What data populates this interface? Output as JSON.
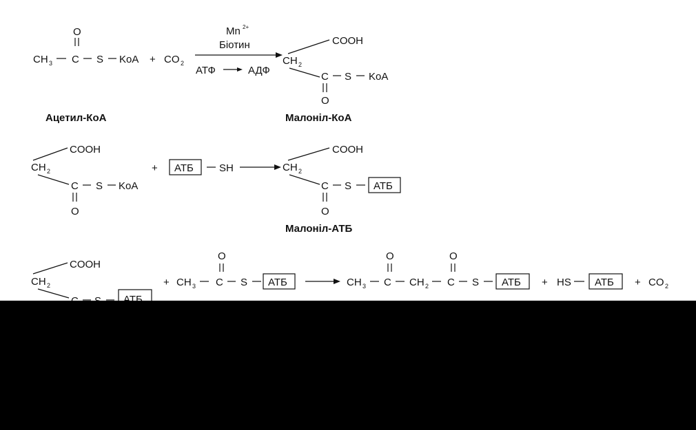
{
  "colors": {
    "paper": "#ffffff",
    "ink": "#111111",
    "mask": "#000000"
  },
  "reaction1": {
    "carbonyl_o": "O",
    "ch3": "CH",
    "ch3_sub": "3",
    "c": "C",
    "s": "S",
    "koa": "KoA",
    "plus": "+",
    "co2": "CO",
    "co2_sub": "2",
    "cofactor": "Mn",
    "cofactor_sup": "2+",
    "biotin": "Біотин",
    "atp": "АТФ",
    "adp": "АДФ",
    "prod_cooh": "COOH",
    "prod_ch2": "CH",
    "prod_ch2_sub": "2",
    "prod_c": "C",
    "prod_s": "S",
    "prod_koa": "KoA",
    "prod_o": "O",
    "label_left": "Ацетил-КоА",
    "label_right": "Малоніл-КоА"
  },
  "reaction2": {
    "cooh": "COOH",
    "ch2": "CH",
    "ch2_sub": "2",
    "c": "C",
    "s": "S",
    "koa": "KoA",
    "o": "O",
    "plus": "+",
    "atb": "АТБ",
    "sh": "SH",
    "prod_cooh": "COOH",
    "prod_ch2": "CH",
    "prod_ch2_sub": "2",
    "prod_c": "C",
    "prod_s": "S",
    "prod_atb": "АТБ",
    "prod_o": "O",
    "label_right": "Малоніл-АТБ"
  },
  "reaction3": {
    "cooh": "COOH",
    "ch2": "CH",
    "ch2_sub": "2",
    "c": "C",
    "s": "S",
    "atb": "АТБ",
    "plus1": "+",
    "r2_o": "O",
    "r2_ch3": "CH",
    "r2_ch3_sub": "3",
    "r2_c": "C",
    "r2_s": "S",
    "r2_atb": "АТБ",
    "p_o1": "O",
    "p_o2": "O",
    "p_ch3": "CH",
    "p_ch3_sub": "3",
    "p_c1": "C",
    "p_ch2": "CH",
    "p_ch2_sub": "2",
    "p_c2": "C",
    "p_s": "S",
    "p_atb": "АТБ",
    "plus2": "+",
    "hs": "HS",
    "hs_atb": "АТБ",
    "plus3": "+",
    "co2": "CO",
    "co2_sub": "2"
  }
}
